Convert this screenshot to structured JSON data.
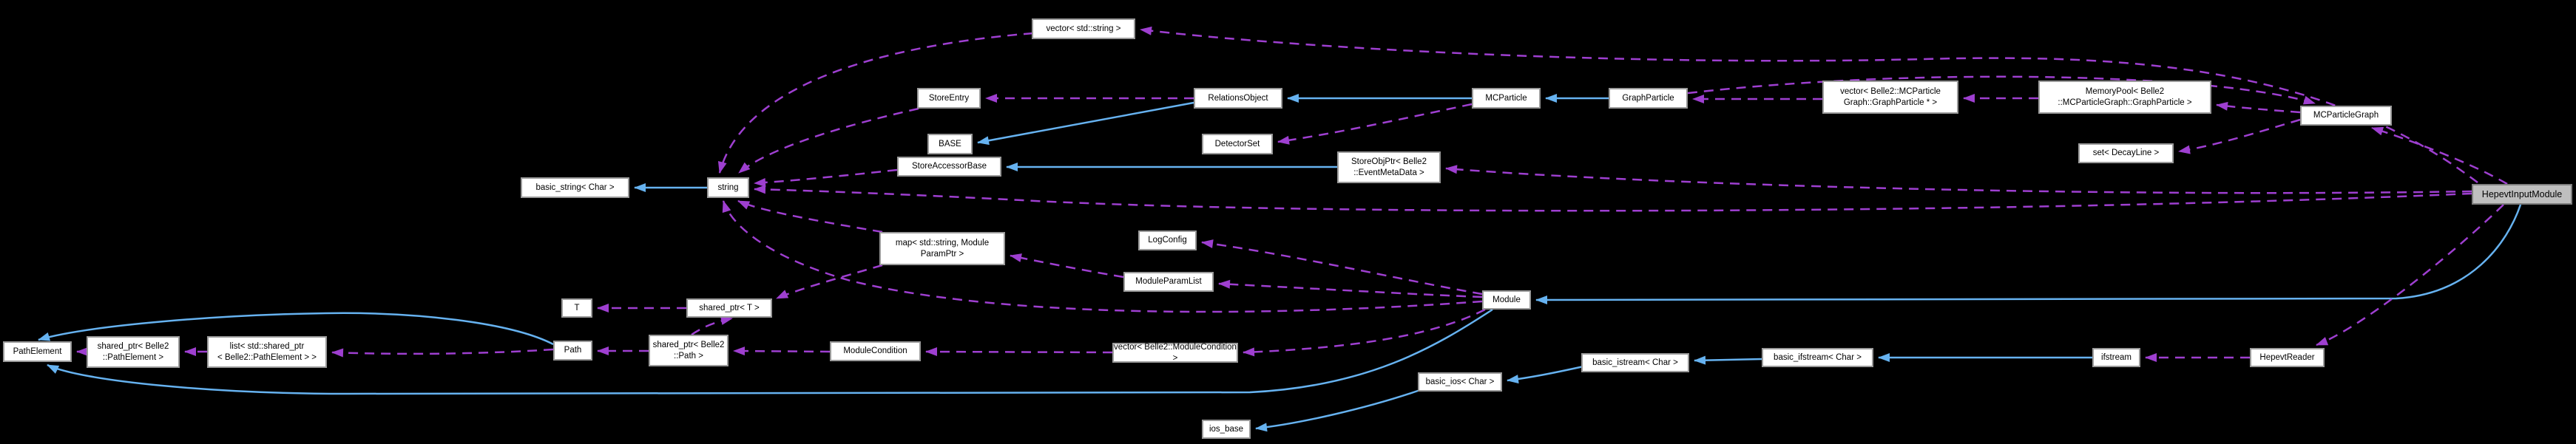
{
  "diagram": {
    "type": "doxygen-collaboration-graph",
    "highlighted_node": "HepevtInputModule",
    "background_color": "#000000",
    "node_fill": "#ffffff",
    "node_border": "#9a9a9a",
    "node_text_color": "#000000",
    "highlight_fill": "#bfbfbf",
    "inheritance_edge_color": "#66b2f0",
    "usage_edge_color": "#9e3fd0"
  },
  "nodes": {
    "vec_string": {
      "label": "vector< std::string >"
    },
    "store_entry": {
      "label": "StoreEntry"
    },
    "relations_object": {
      "label": "RelationsObject"
    },
    "mc_particle": {
      "label": "MCParticle"
    },
    "graph_particle": {
      "label": "GraphParticle"
    },
    "vec_graph_particle": {
      "label": "vector< Belle2::MCParticle\nGraph::GraphParticle * >"
    },
    "memory_pool": {
      "label": "MemoryPool< Belle2\n::MCParticleGraph::GraphParticle >"
    },
    "mc_particle_graph": {
      "label": "MCParticleGraph"
    },
    "base": {
      "label": "BASE"
    },
    "detector_set": {
      "label": "DetectorSet"
    },
    "set_decay_line": {
      "label": "set< DecayLine >"
    },
    "basic_string": {
      "label": "basic_string< Char >"
    },
    "string": {
      "label": "string"
    },
    "store_accessor_base": {
      "label": "StoreAccessorBase"
    },
    "store_obj_ptr": {
      "label": "StoreObjPtr< Belle2\n::EventMetaData >"
    },
    "hepevt_input_module": {
      "label": "HepevtInputModule"
    },
    "map_param": {
      "label": "map< std::string, Module\nParamPtr >"
    },
    "log_config": {
      "label": "LogConfig"
    },
    "module_param_list": {
      "label": "ModuleParamList"
    },
    "module": {
      "label": "Module"
    },
    "t": {
      "label": "T"
    },
    "shared_ptr_t": {
      "label": "shared_ptr< T >"
    },
    "path_element": {
      "label": "PathElement"
    },
    "shared_ptr_path_element": {
      "label": "shared_ptr< Belle2\n::PathElement >"
    },
    "list_shared_ptr": {
      "label": "list< std::shared_ptr\n< Belle2::PathElement > >"
    },
    "path": {
      "label": "Path"
    },
    "shared_ptr_path": {
      "label": "shared_ptr< Belle2\n::Path >"
    },
    "module_condition": {
      "label": "ModuleCondition"
    },
    "vec_module_condition": {
      "label": "vector< Belle2::ModuleCondition >"
    },
    "basic_istream": {
      "label": "basic_istream< Char >"
    },
    "basic_ifstream": {
      "label": "basic_ifstream< Char >"
    },
    "ifstream": {
      "label": "ifstream"
    },
    "hepevt_reader": {
      "label": "HepevtReader"
    },
    "basic_ios": {
      "label": "basic_ios< Char >"
    },
    "ios_base": {
      "label": "ios_base"
    }
  }
}
